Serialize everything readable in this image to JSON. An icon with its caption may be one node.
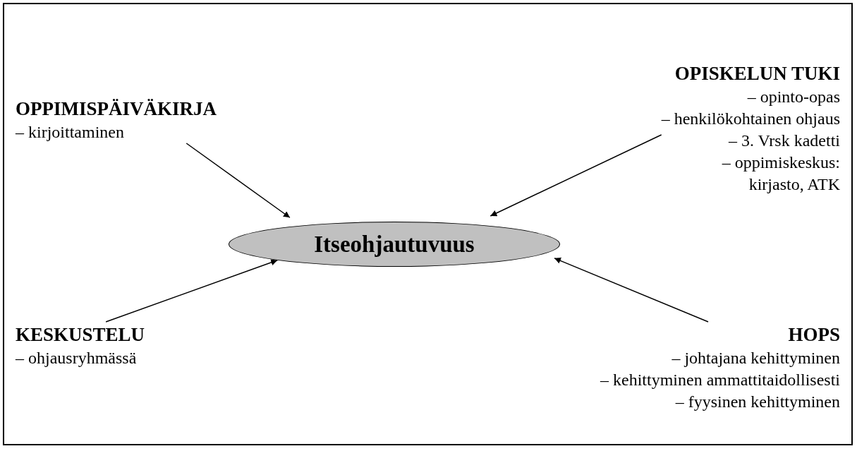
{
  "diagram": {
    "nodes": [
      {
        "text": [
          "Itseohjautuvuus"
        ]
      },
      {
        "text": [
          "OPPIMISPÄIVÄKIRJA",
          "– kirjoittaminen"
        ]
      },
      {
        "text": [
          "OPISKELUN TUKI",
          "– opinto-opas",
          "– henkilökohtainen ohjaus",
          "– 3. Vrsk kadetti",
          "– oppimiskeskus: kirjasto, ATK"
        ]
      },
      {
        "text": [
          "KESKUSTELU",
          "– ohjausryhmässä"
        ]
      },
      {
        "text": [
          "HOPS",
          "– johtajana kehittyminen",
          "– kehittyminen ammattitaidollisesti",
          "– fyysinen kehittyminen"
        ]
      }
    ],
    "edges": [
      {
        "from": 1,
        "to": 0,
        "arrow": "to"
      },
      {
        "from": 2,
        "to": 0,
        "arrow": "to"
      },
      {
        "from": 3,
        "to": 0,
        "arrow": "to"
      },
      {
        "from": 4,
        "to": 0,
        "arrow": "to"
      }
    ]
  }
}
